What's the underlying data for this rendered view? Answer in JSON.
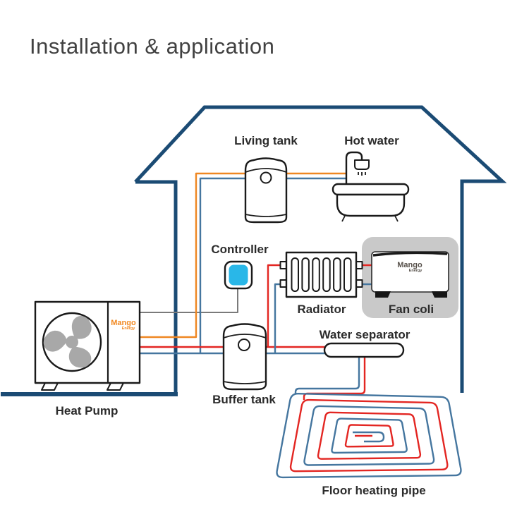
{
  "title": "Installation & application",
  "labels": {
    "living_tank": "Living tank",
    "hot_water": "Hot water",
    "controller": "Controller",
    "radiator": "Radiator",
    "fan_coil": "Fan coli",
    "water_separator": "Water separator",
    "buffer_tank": "Buffer tank",
    "heat_pump": "Heat Pump",
    "floor_heating": "Floor heating pipe"
  },
  "brand": {
    "name": "Mango",
    "sub": "Energy"
  },
  "colors": {
    "navy": "#1b4b74",
    "orange": "#ef8722",
    "red": "#e32622",
    "blue": "#45769f",
    "cyan": "#29b7e8",
    "wire": "#7a7a7a",
    "fancoil-bg": "#c9c9c9",
    "fan-gray": "#a8a8a8",
    "logo-orange": "#f18922",
    "text": "#2b2b2b"
  }
}
